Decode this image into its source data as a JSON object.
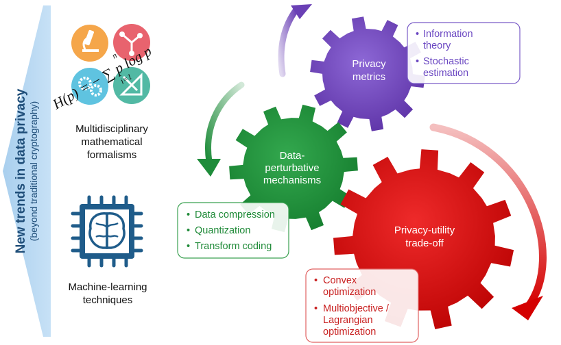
{
  "side_banner": {
    "title": "New trends in data privacy",
    "subtitle": "(beyond traditional cryptography)"
  },
  "left_items": [
    {
      "label_lines": [
        "Multidisciplinary",
        "mathematical",
        "formalisms"
      ],
      "formula": "H(p) = − ∑ p log p",
      "formula_super": "n",
      "formula_sub": "i=1",
      "formula_p_sub1": "i",
      "formula_p_sub2": "i"
    },
    {
      "label_lines": [
        "Machine-learning",
        "techniques"
      ]
    }
  ],
  "gears": {
    "purple": {
      "label_lines": [
        "Privacy",
        "metrics"
      ],
      "color": "#6a40b5"
    },
    "green": {
      "label_lines": [
        "Data-",
        "perturbative",
        "mechanisms"
      ],
      "color": "#1e8c3a"
    },
    "red": {
      "label_lines": [
        "Privacy-utility",
        "trade-off"
      ],
      "color": "#d40000"
    }
  },
  "boxes": {
    "purple": [
      [
        "Information",
        "theory"
      ],
      [
        "Stochastic",
        "estimation"
      ]
    ],
    "green": [
      [
        "Data compression"
      ],
      [
        "Quantization"
      ],
      [
        "Transform coding"
      ]
    ],
    "red": [
      [
        "Convex",
        "optimization"
      ],
      [
        "Multiobjective /",
        "Lagrangian",
        "optimization"
      ]
    ]
  },
  "icons": [
    "microscope-icon",
    "circuit-icon",
    "gears-icon",
    "ruler-triangle-icon",
    "brain-chip-icon"
  ]
}
